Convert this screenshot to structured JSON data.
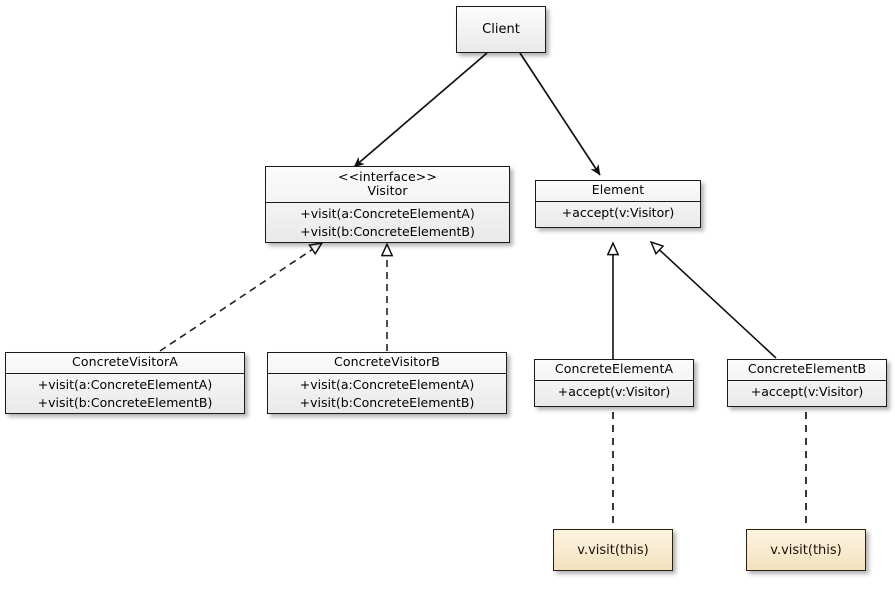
{
  "diagram": {
    "title": "Visitor design pattern UML class diagram",
    "type": "uml-class-diagram",
    "background": "#ffffff",
    "line_color": "#1a1a1a",
    "class_fill": "#f2f2f2",
    "note_fill": "#f8e9cd"
  },
  "nodes": {
    "client": {
      "name": "Client"
    },
    "visitor": {
      "stereotype": "<<interface>>",
      "name": "Visitor",
      "operations": [
        "+visit(a:ConcreteElementA)",
        "+visit(b:ConcreteElementB)"
      ]
    },
    "element": {
      "name": "Element",
      "operations": [
        "+accept(v:Visitor)"
      ]
    },
    "concrete_visitor_a": {
      "name": "ConcreteVisitorA",
      "operations": [
        "+visit(a:ConcreteElementA)",
        "+visit(b:ConcreteElementB)"
      ]
    },
    "concrete_visitor_b": {
      "name": "ConcreteVisitorB",
      "operations": [
        "+visit(a:ConcreteElementA)",
        "+visit(b:ConcreteElementB)"
      ]
    },
    "concrete_element_a": {
      "name": "ConcreteElementA",
      "operations": [
        "+accept(v:Visitor)"
      ]
    },
    "concrete_element_b": {
      "name": "ConcreteElementB",
      "operations": [
        "+accept(v:Visitor)"
      ]
    },
    "note_a": {
      "text": "v.visit(this)"
    },
    "note_b": {
      "text": "v.visit(this)"
    }
  },
  "edges": [
    {
      "id": "client-visitor",
      "from": "client",
      "to": "visitor",
      "style": "solid",
      "arrow": "filled-open",
      "kind": "association"
    },
    {
      "id": "client-element",
      "from": "client",
      "to": "element",
      "style": "solid",
      "arrow": "filled-open",
      "kind": "association"
    },
    {
      "id": "cva-visitor",
      "from": "concrete_visitor_a",
      "to": "visitor",
      "style": "dashed",
      "arrow": "hollow-triangle",
      "kind": "realization"
    },
    {
      "id": "cvb-visitor",
      "from": "concrete_visitor_b",
      "to": "visitor",
      "style": "dashed",
      "arrow": "hollow-triangle",
      "kind": "realization"
    },
    {
      "id": "cea-element",
      "from": "concrete_element_a",
      "to": "element",
      "style": "solid",
      "arrow": "hollow-triangle",
      "kind": "generalization"
    },
    {
      "id": "ceb-element",
      "from": "concrete_element_b",
      "to": "element",
      "style": "solid",
      "arrow": "hollow-triangle",
      "kind": "generalization"
    },
    {
      "id": "cea-note",
      "from": "concrete_element_a",
      "to": "note_a",
      "style": "dashed",
      "arrow": "none",
      "kind": "note-anchor"
    },
    {
      "id": "ceb-note",
      "from": "concrete_element_b",
      "to": "note_b",
      "style": "dashed",
      "arrow": "none",
      "kind": "note-anchor"
    }
  ]
}
